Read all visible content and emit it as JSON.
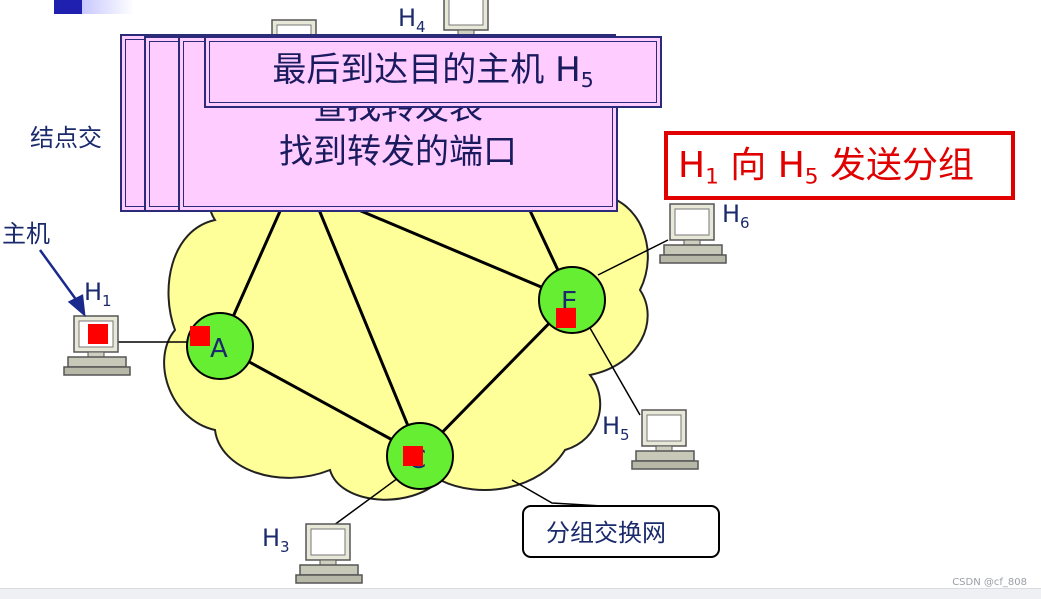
{
  "diagram": {
    "host_labels": [
      "H",
      "H",
      "H",
      "H",
      "H"
    ],
    "host_subscripts": [
      "1",
      "3",
      "4",
      "5",
      "6"
    ],
    "node_labels": [
      "A",
      "C",
      "E"
    ],
    "side_labels": {
      "node_label": "结点交",
      "host_label": "主机"
    },
    "network_label": "分组交换网",
    "popups": {
      "front_title": "最后到达目的主机 H",
      "front_title_sub": "5",
      "mid_line1": "查找转发表",
      "mid_line2": "找到转发的端口"
    },
    "caption": {
      "prefix": "H",
      "sub1": "1",
      "middle": " 向 H",
      "sub2": "5",
      "suffix": " 发送分组"
    },
    "colors": {
      "cloud": "#ffff99",
      "node": "#66ee33",
      "packet": "#ff0000",
      "popup": "#ffccff",
      "caption_border": "#e00000"
    }
  },
  "watermark": "CSDN @cf_808"
}
